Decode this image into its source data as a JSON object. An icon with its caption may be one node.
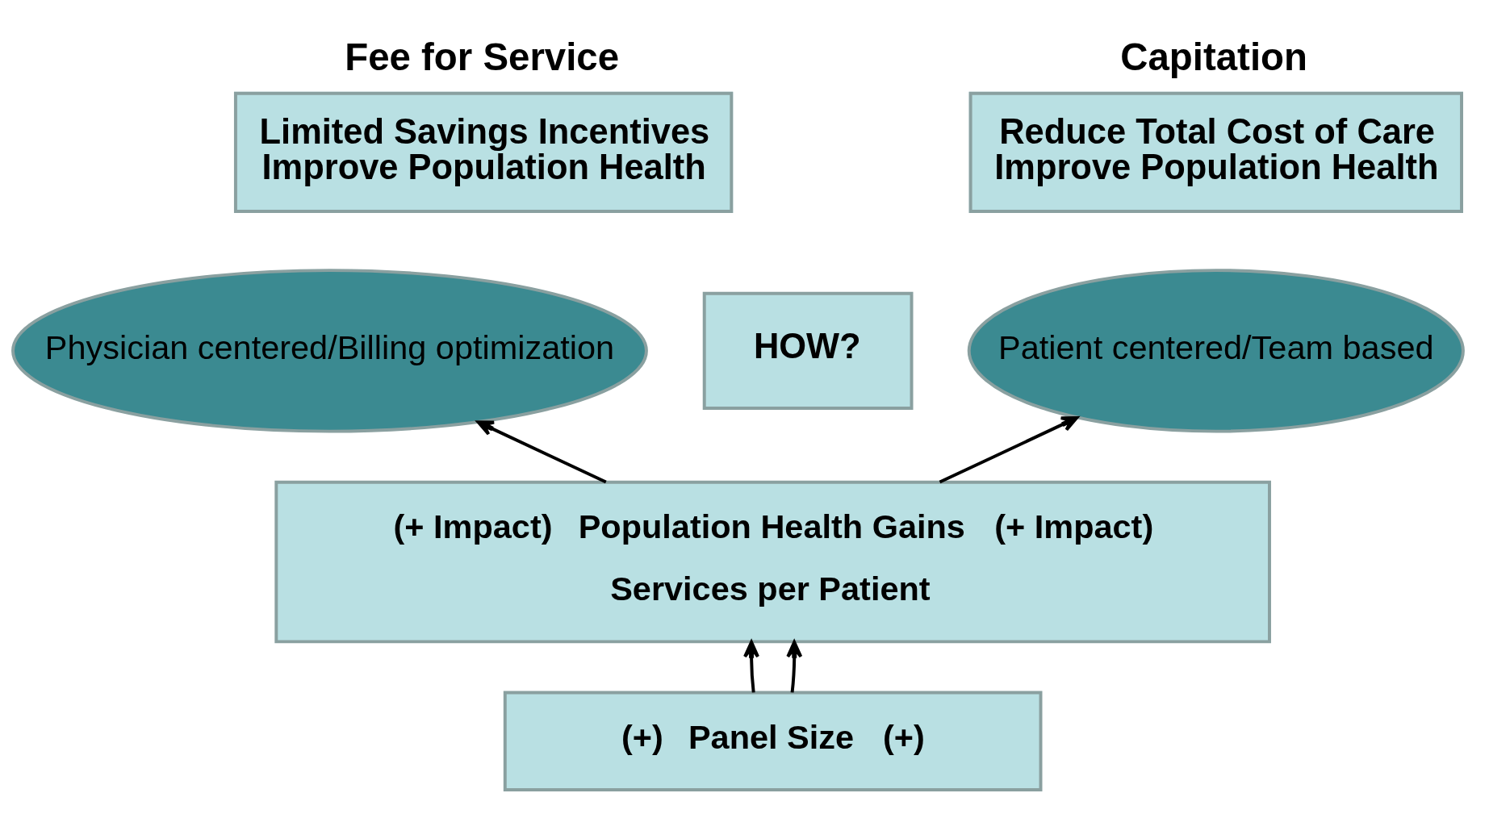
{
  "diagram": {
    "nodes": [
      {
        "text": [
          "Fee for Service",
          "Limited Savings Incentives",
          "Improve Population Health"
        ]
      },
      {
        "text": [
          "Capitation",
          "Reduce Total Cost of Care",
          "Improve Population Health"
        ]
      },
      {
        "text": [
          "Physician centered/Billing optimization"
        ]
      },
      {
        "text": [
          "HOW?"
        ]
      },
      {
        "text": [
          "Patient centered/Team based"
        ]
      },
      {
        "text": [
          "(+ Impact)",
          "Population Health Gains",
          "(+ Impact)",
          "Services per Patient"
        ]
      },
      {
        "text": [
          "(+)",
          "Panel Size",
          "(+)"
        ]
      }
    ],
    "edges": [
      {
        "from": 5,
        "to": 2,
        "arrow": "to"
      },
      {
        "from": 5,
        "to": 4,
        "arrow": "to"
      },
      {
        "from": 6,
        "to": 5,
        "arrow": "to"
      },
      {
        "from": 6,
        "to": 5,
        "arrow": "to"
      }
    ]
  }
}
